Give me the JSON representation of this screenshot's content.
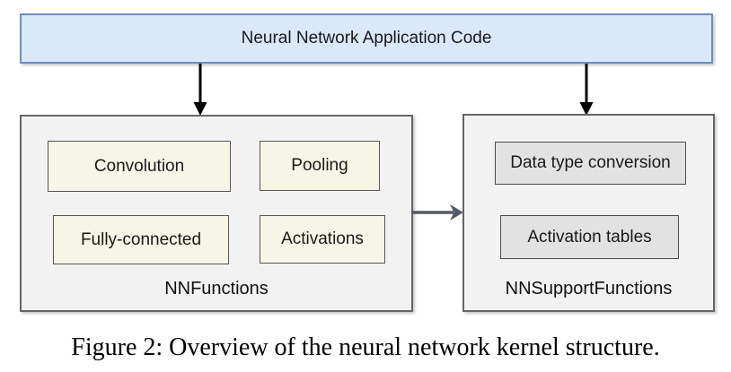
{
  "diagram": {
    "app_code": {
      "label": "Neural Network Application Code"
    },
    "nn_functions": {
      "label": "NNFunctions",
      "items": [
        "Convolution",
        "Pooling",
        "Fully-connected",
        "Activations"
      ]
    },
    "nn_support": {
      "label": "NNSupportFunctions",
      "items": [
        "Data type conversion",
        "Activation tables"
      ]
    },
    "connectors": {
      "down_arrows_color": "#000000",
      "right_arrow_color": "#545b64"
    },
    "colors": {
      "app_code_fill": "#dae8fc",
      "app_code_border": "#6c8ebf",
      "container_fill": "#f2f2f2",
      "container_border": "#666666",
      "function_box_fill": "#f7f6e6",
      "support_box_fill": "#e2e2e2",
      "box_border": "#565656"
    }
  },
  "caption": {
    "text": "Figure 2: Overview of the neural network kernel structure."
  }
}
